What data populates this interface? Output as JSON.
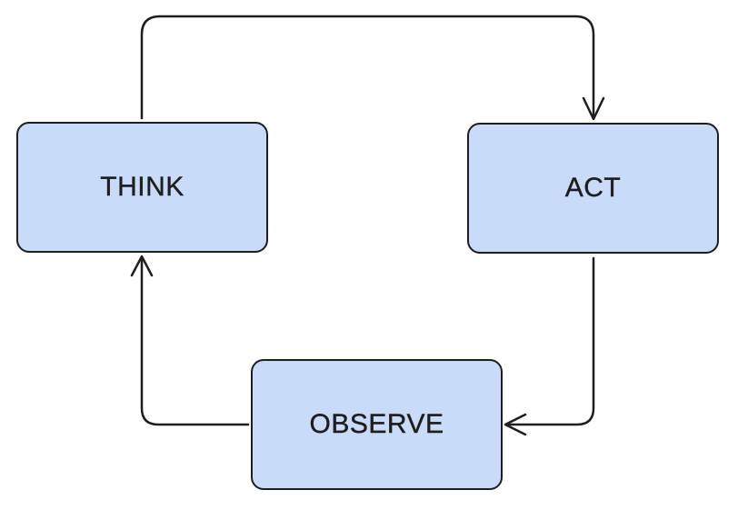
{
  "nodes": {
    "think": {
      "label": "THINK"
    },
    "act": {
      "label": "ACT"
    },
    "observe": {
      "label": "OBSERVE"
    }
  },
  "colors": {
    "node_fill": "#c8dcfa",
    "stroke": "#1e1e1e",
    "background": "#ffffff"
  }
}
